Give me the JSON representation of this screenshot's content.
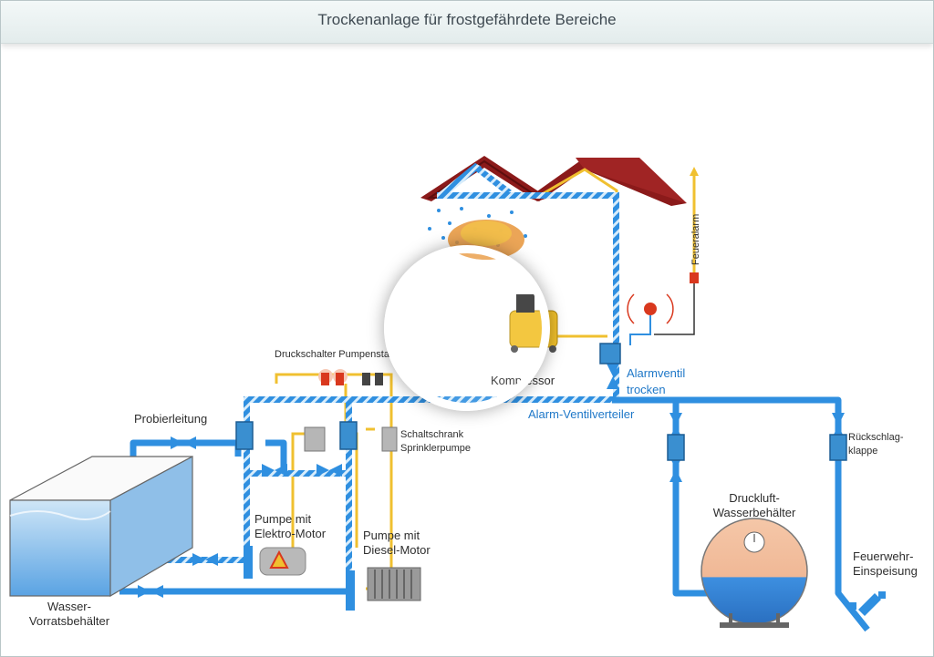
{
  "page": {
    "title": "Trockenanlage für frostgefährdete Bereiche"
  },
  "labels": {
    "probierleitung": "Probierleitung",
    "druckschalter": "Druckschalter Pumpenstart",
    "kompressor": "Kompressor",
    "alarmventil_1": "Alarmventil",
    "alarmventil_2": "trocken",
    "ventilverteiler": "Alarm-Ventilverteiler",
    "schaltschrank_1": "Schaltschrank",
    "schaltschrank_2": "Sprinklerpumpe",
    "rueckschlag_1": "Rückschlag-",
    "rueckschlag_2": "klappe",
    "druckluft_1": "Druckluft-",
    "druckluft_2": "Wasserbehälter",
    "pumpe_elektro_1": "Pumpe mit",
    "pumpe_elektro_2": "Elektro-Motor",
    "pumpe_diesel_1": "Pumpe mit",
    "pumpe_diesel_2": "Diesel-Motor",
    "wasser_1": "Wasser-",
    "wasser_2": "Vorratsbehälter",
    "feuerwehr_1": "Feuerwehr-",
    "feuerwehr_2": "Einspeisung",
    "feueralarm": "Feueralarm"
  },
  "colors": {
    "pipe": "#2f8fe0",
    "air_line": "#f0c030",
    "roof": "#8b1a1a",
    "tank_water": "#3a8fe0",
    "alarm": "#d9381e"
  },
  "controls": {
    "play_icon": "play-icon"
  }
}
